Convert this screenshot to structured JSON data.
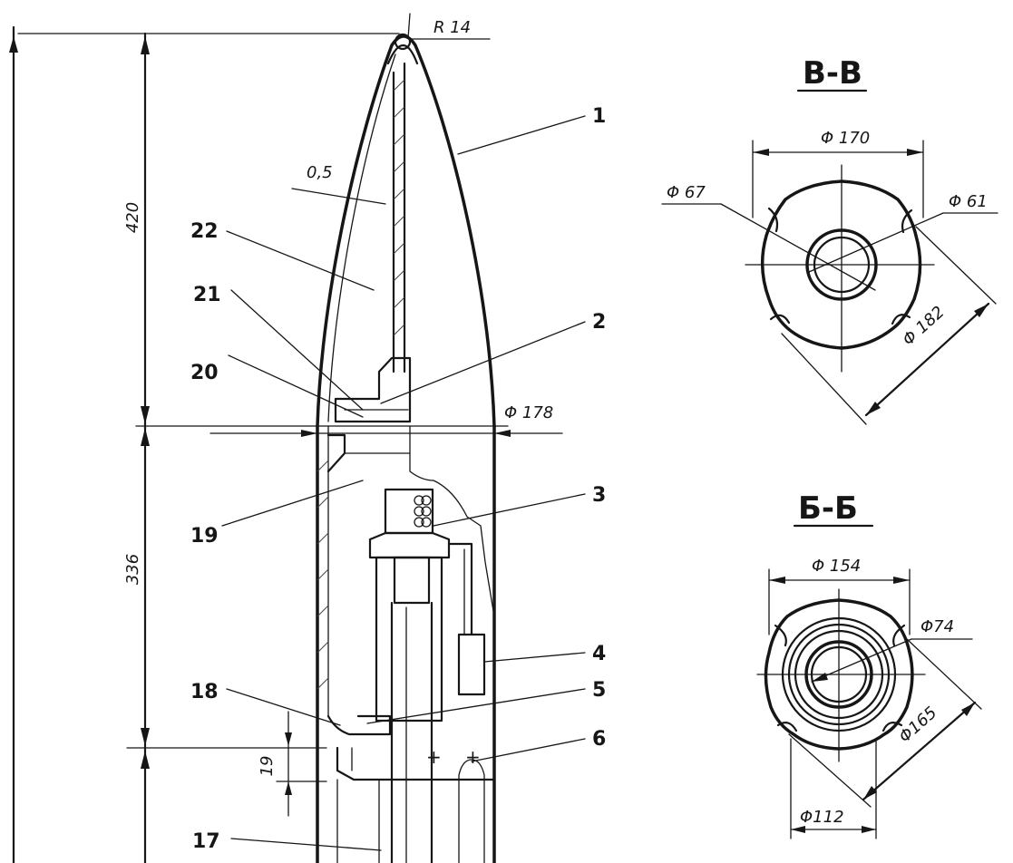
{
  "callouts": {
    "c1": "1",
    "c2": "2",
    "c3": "3",
    "c4": "4",
    "c5": "5",
    "c6": "6",
    "c17": "17",
    "c18": "18",
    "c19": "19",
    "c20": "20",
    "c21": "21",
    "c22": "22"
  },
  "main_view_dimensions": {
    "tip_radius": "R 14",
    "wall_thickness": "0,5",
    "nose_length": "420",
    "body_length": "336",
    "diameter": "Φ 178",
    "offset": "19"
  },
  "section_b": {
    "title": "B-B",
    "outer": "Φ 170",
    "bore_left": "Φ 67",
    "bore_right": "Φ 61",
    "diagonal": "Φ 182"
  },
  "section_be": {
    "title": "Б-Б",
    "outer": "Φ 154",
    "bore": "Φ74",
    "diagonal": "Φ165",
    "base": "Φ112"
  },
  "colors": {
    "ink": "#161616",
    "paper": "#ffffff"
  }
}
